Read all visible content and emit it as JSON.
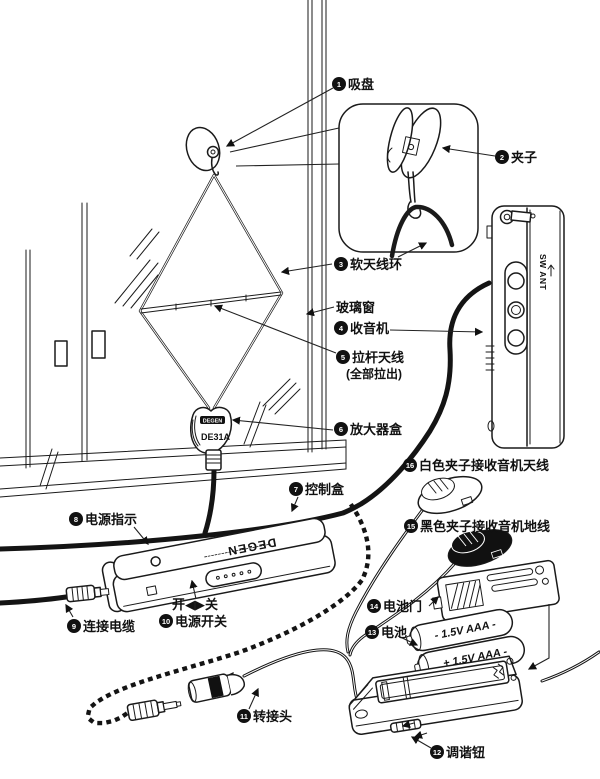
{
  "diagram": {
    "type": "product-installation-diagram",
    "brand": "DEGEN",
    "model": "DE31A",
    "callouts": [
      {
        "num": "1",
        "text": "吸盘"
      },
      {
        "num": "2",
        "text": "夹子"
      },
      {
        "num": "3",
        "text": "软天线环"
      },
      {
        "num": "4",
        "text": "收音机"
      },
      {
        "num": "5",
        "text": "拉杆天线",
        "text2": "(全部拉出)"
      },
      {
        "num": "6",
        "text": "放大器盒"
      },
      {
        "num": "7",
        "text": "控制盒"
      },
      {
        "num": "8",
        "text": "电源指示"
      },
      {
        "num": "9",
        "text": "连接电缆"
      },
      {
        "num": "10",
        "text": "电源开关"
      },
      {
        "num": "11",
        "text": "转接头"
      },
      {
        "num": "12",
        "text": "调谐钮"
      },
      {
        "num": "13",
        "text": "电池"
      },
      {
        "num": "14",
        "text": "电池门"
      },
      {
        "num": "15",
        "text": "黑色夹子接收音机地线"
      },
      {
        "num": "16",
        "text": "白色夹子接收音机天线"
      }
    ],
    "annotations": {
      "glass_window": "玻璃窗",
      "switch_text": "开◀▶关",
      "amplifier_brand": "DEGEN",
      "amplifier_model": "DE31A",
      "control_box_brand": "DEGEN",
      "radio_port_label": "SW ANT",
      "battery_top": "- 1.5V AAA -",
      "battery_bottom": "+ 1.5V AAA -"
    },
    "colors": {
      "ink": "#1a1a1a",
      "paper": "#ffffff",
      "clip_black": "#111111"
    }
  }
}
